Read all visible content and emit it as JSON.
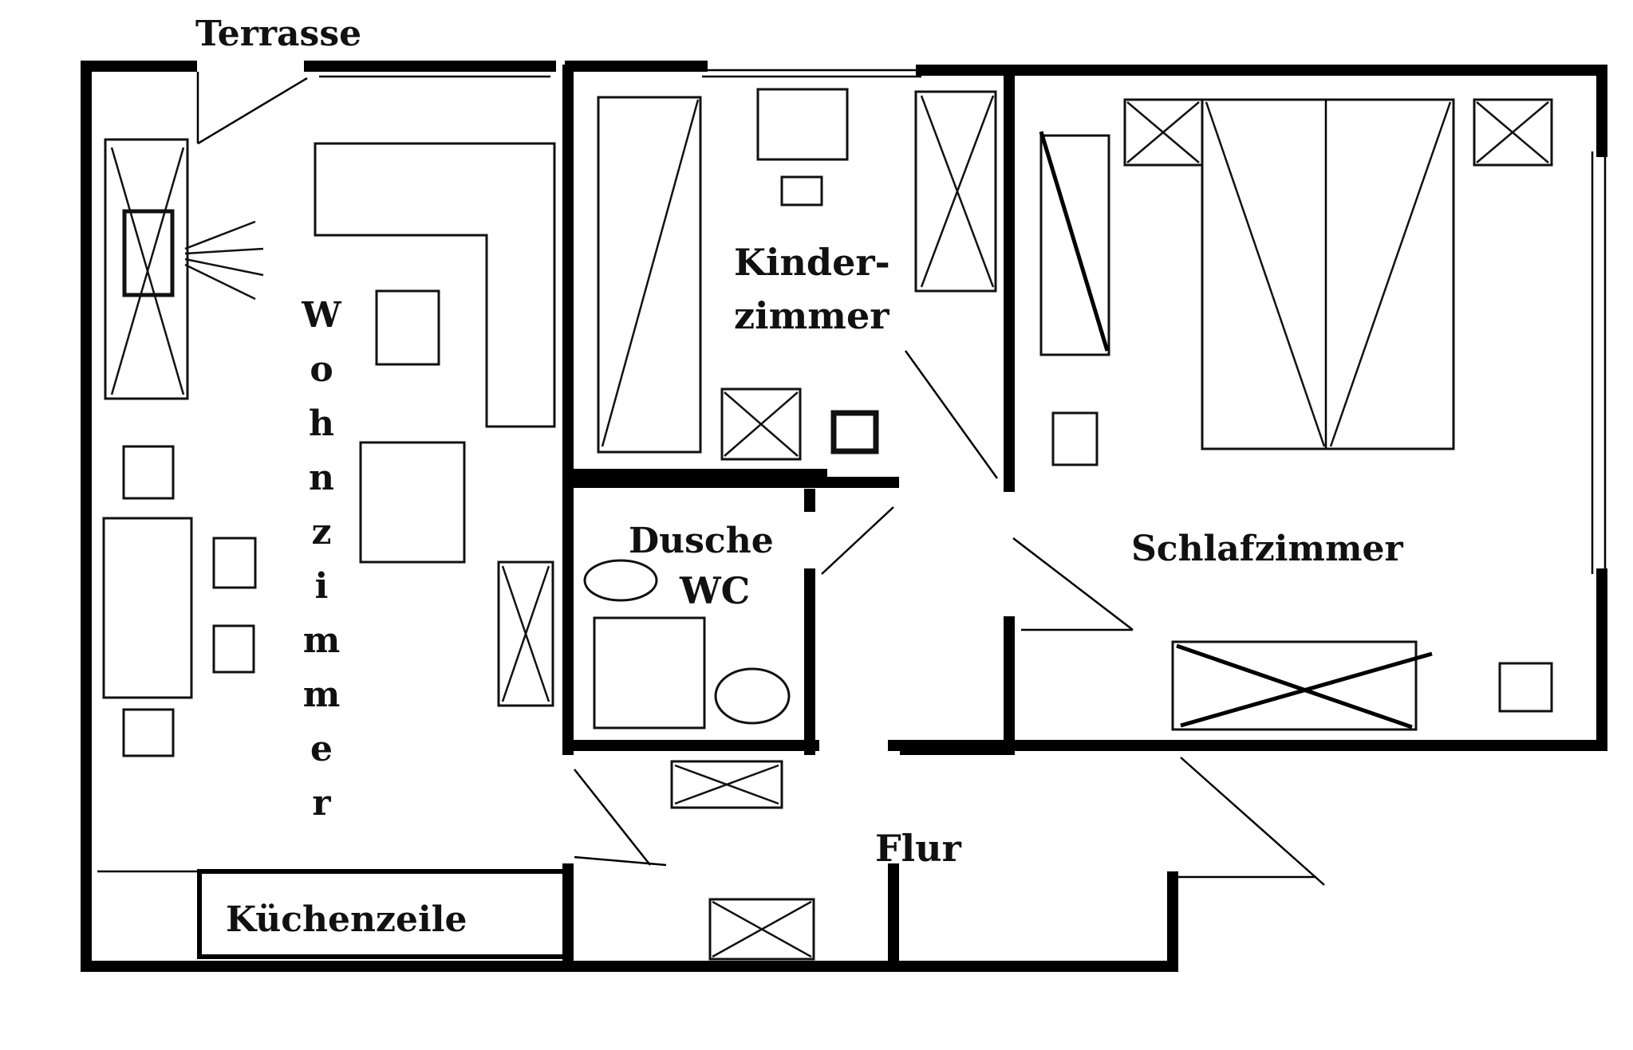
{
  "labels": {
    "terrasse": "Terrasse",
    "wohnzimmer": [
      "W",
      "o",
      "h",
      "n",
      "z",
      "i",
      "m",
      "m",
      "e",
      "r"
    ],
    "kinderzimmer_1": "Kinder-",
    "kinderzimmer_2": "zimmer",
    "dusche": "Dusche",
    "wc": "WC",
    "schlafzimmer": "Schlafzimmer",
    "flur": "Flur",
    "kuechenzeile": "Küchenzeile"
  }
}
